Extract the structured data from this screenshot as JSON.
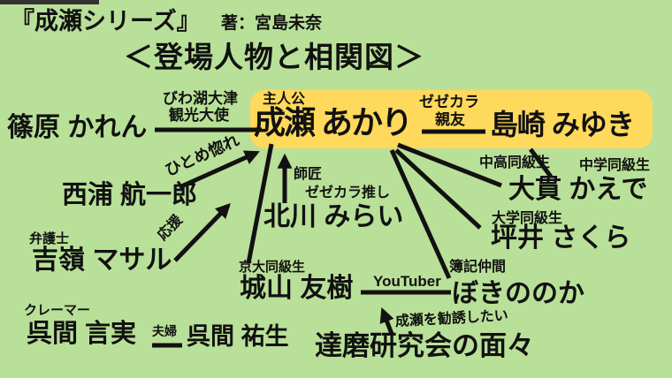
{
  "header": {
    "series_title": "『成瀬シリーズ』",
    "author": "著：宮島未奈",
    "subtitle": "＜登場人物と相関図＞"
  },
  "colors": {
    "background": "#b9e098",
    "highlight_pill": "#ffd95c",
    "text": "#111111",
    "line": "#111111"
  },
  "nodes": {
    "naruse": {
      "name": "成瀬 あかり",
      "role": "主人公"
    },
    "shimazaki": {
      "name": "島崎 みゆき"
    },
    "shinohara": {
      "name": "篠原 かれん"
    },
    "nishiura": {
      "name": "西浦 航一郎"
    },
    "yoshimine": {
      "name": "吉嶺 マサル",
      "role": "弁護士"
    },
    "kitagawa": {
      "name": "北川 みらい"
    },
    "kurema_kotomi": {
      "name": "呉間 言実",
      "role": "クレーマー"
    },
    "kurema_yuki": {
      "name": "呉間 祐生"
    },
    "shiroyama": {
      "name": "城山 友樹"
    },
    "bokinonoka": {
      "name": "ぼきののか"
    },
    "daruma": {
      "name": "達磨研究会の面々"
    },
    "onuki": {
      "name": "大貫 かえで"
    },
    "tsuboi": {
      "name": "坪井 さくら"
    }
  },
  "edges": {
    "shinohara_naruse": {
      "label_line1": "びわ湖大津",
      "label_line2": "観光大使",
      "type": "line"
    },
    "naruse_shimazaki": {
      "label_line1": "ゼゼカラ",
      "label_line2": "親友",
      "type": "line"
    },
    "nishiura_naruse": {
      "label": "ひとめ惚れ",
      "type": "arrow"
    },
    "yoshimine_nishiura": {
      "label": "応援",
      "type": "arrow"
    },
    "kitagawa_naruse": {
      "label": "師匠",
      "sublabel": "ゼゼカラ推し",
      "type": "arrow"
    },
    "naruse_shiroyama": {
      "label": "京大同級生",
      "type": "line"
    },
    "naruse_onuki": {
      "label": "中高同級生",
      "type": "line"
    },
    "shimazaki_onuki": {
      "label": "中学同級生",
      "type": "line"
    },
    "naruse_tsuboi": {
      "label": "大学同級生",
      "type": "line"
    },
    "naruse_bokinonoka": {
      "label": "簿記仲間",
      "type": "line"
    },
    "shiroyama_bokinonoka": {
      "label": "YouTuber",
      "type": "line"
    },
    "kurema_kotomi_yuki": {
      "label": "夫婦",
      "type": "line"
    },
    "daruma_shiroyama": {
      "label": "成瀬を勧誘したい",
      "type": "arrow"
    }
  }
}
